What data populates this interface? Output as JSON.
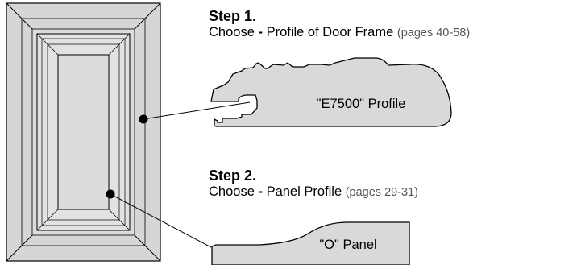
{
  "step1": {
    "title": "Step 1.",
    "choose": "Choose",
    "dash": "-",
    "subject": "Profile of Door Frame",
    "pages": "(pages 40-58)",
    "profile_label": "\"E7500\" Profile"
  },
  "step2": {
    "title": "Step 2.",
    "choose": "Choose",
    "dash": "-",
    "subject": "Panel Profile",
    "pages": "(pages 29-31)",
    "profile_label": "\"O\" Panel"
  },
  "colors": {
    "profile_fill": "#d9d9d9",
    "door_fill": "#d6d6d6",
    "outline": "#000000",
    "pages_text": "#555555"
  }
}
